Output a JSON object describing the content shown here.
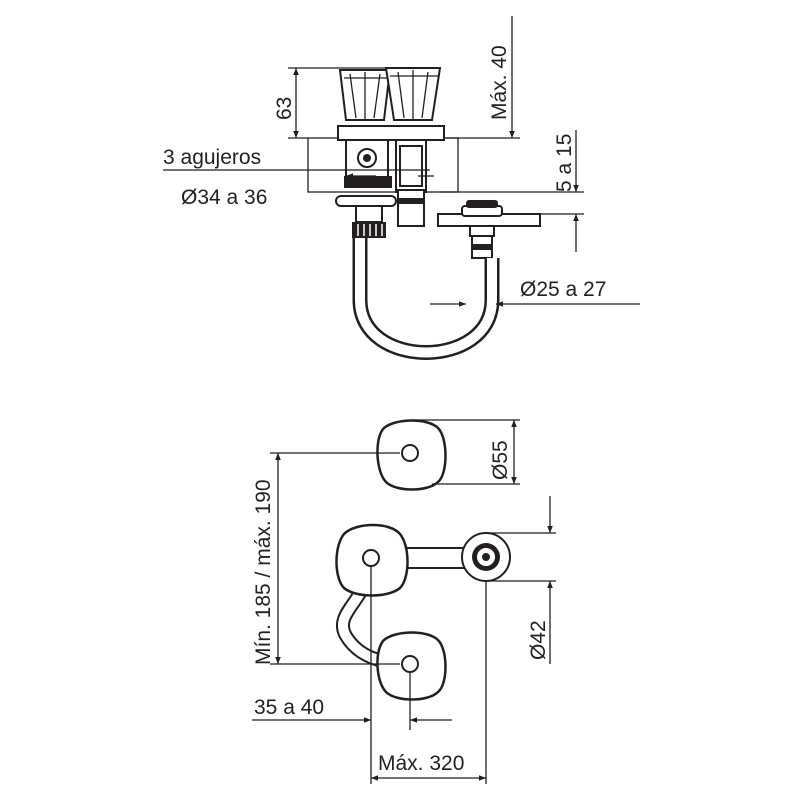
{
  "drawing": {
    "labels": {
      "max_40": "Máx. 40",
      "h_63": "63",
      "holes": "3 agujeros",
      "dia_34_36": "Ø34 a 36",
      "range_5_15": "5 a 15",
      "dia_25_27": "Ø25 a 27",
      "dia_55": "Ø55",
      "min_max_185_190": "Mín. 185 / máx. 190",
      "dia_42": "Ø42",
      "range_35_40": "35 a 40",
      "max_320": "Máx. 320"
    }
  }
}
